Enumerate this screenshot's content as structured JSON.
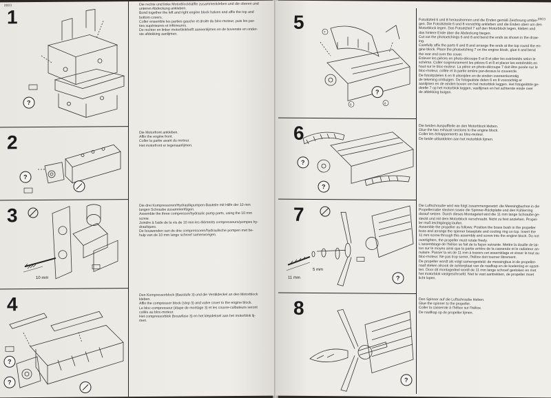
{
  "left_page": {
    "code": "8903",
    "steps": [
      {
        "num": "1",
        "lines": [
          "Die rechte und linke Motorblockhälfte zusammenkleben und die oberen und",
          "unteren Abdeckung ankleben.",
          "Bond together the left and right engine block halves and affix the top and",
          "bottom covers.",
          "Coller ensemble les parties gauche et droite du bloc-moteur, puis les par-",
          "ties supérieures et inférieures.",
          "De rechter en linker motorblokhelft aaneenlijmen en de bovenste en onder-",
          "ste afdekking aanlijmen."
        ]
      },
      {
        "num": "2",
        "lines": [
          "Die Motorfront ankleben.",
          "Affix the engine front.",
          "Coller la partie avant du moteur.",
          "Het motorfront er tegenaanlijmen."
        ]
      },
      {
        "num": "3",
        "dim": "10 mm",
        "lines": [
          "Die drei Kompressoren/Hydraulikpumpen-Bauteile mit Hilfe der 10 mm",
          "langen Schraube zusammenfügen.",
          "Assemble the three compressor/hydraulic pump parts, using the 10 mm",
          "screw.",
          "Joindre à l'aide de la vis de 10 mm les éléments compresseurs/pompes hy-",
          "drauliques.",
          "De bouwenden van de drie compressoren/hydraulische pompen met be-",
          "hulp van de 10 mm lange schroef samenvoegen."
        ]
      },
      {
        "num": "4",
        "lines": [
          "Den Kompressorblock (Baustufe 3) und die Ventildeckel an den Motorblock",
          "kleben.",
          "Affix the compressor block (step 3) and valve cover to the engine block.",
          "Le bloc-compresseur (étape de montage 3) et les couvre-culbuteurs seront",
          "collés au bloc-moteur.",
          "Het compressorblok (bouwfase 3) en het klepdeksel aan het motorblok lij-",
          "men."
        ]
      }
    ]
  },
  "right_page": {
    "code": "8903",
    "steps": [
      {
        "num": "5",
        "labels": [
          "7",
          "8",
          "6"
        ],
        "lines": [
          "Fotoätzteil 6 und 8 heraustrennen und die Enden gemäß Zeichnung umbie-",
          "gen. Die Fotoätzteile 6 und 8 vorsichtig ankleben und die Enden oben um den",
          "Motorblock legen. Das Fotoätzteil 7 auf den Motorblock legen, kleben und",
          "das hintere Ende über die Abdeckung biegen.",
          "Cut out the photoetchings 6 and 8 and bend the ends as shown in the draw-",
          "ing.",
          "Carefully affix the parts 6 and 8 and arrange the ends at the top round the en-",
          "gine block. Place the photoetching 7 on the engine block, glue it and bend",
          "the rear end over the cover.",
          "Enlever les pièces en photo-découpe 6 et 8 et plier les extrémités selon le",
          "schéma. Coller soigneusement les pièces 6 et 8 et placer les extrémités en",
          "haut sur le bloc-moteur. La pièce en photo-découpe 7 doit être posée sur le",
          "bloc-moteur, collée et la partie arrière par-dessus le couvercle.",
          "De fotoätzdelen 6 en 8 uitsnijden en de einden overeenkomstig",
          "de tekening ombuigen. De fotogeätste delen 6 en 8 voorzichtig er",
          "aanlijmen en de einden boven om het motorblok leggen. Het fotogeätste ge-",
          "deelte 7 op het motorblok leggen, vastlijmen en het achterste einde over",
          "de afdekking buigen."
        ]
      },
      {
        "num": "6",
        "lines": [
          "Die beiden Auspuffteile an den Motorblock kleben.",
          "Glue the two exhaust sections to the engine block.",
          "Coller les échappements au bloc-moteur.",
          "De beide uitlaatdelen aan het motorblok lijmen."
        ]
      },
      {
        "num": "7",
        "dims": [
          "11 mm",
          "5 mm"
        ],
        "lines": [
          "Die Luftschraube wird wie folgt zusammengesetzt: die Messingbuchse in die",
          "Propellernabe stecken sowie die Spinner-Rückplatte und den Kühlerring",
          "darauf setzen. Durch dieses Montageteil wird die 11 mm lange Schraube ge-",
          "steckt und mit dem Motorblock verschraubt. Nicht zu fest anziehen. Propel-",
          "ler muß leichtgängig laufen.",
          "Assemble the propeller as follows: Position the brass bush in the propeller",
          "boss and arrange the spinner baseplate and cooling ring on top. Insert the",
          "11 mm screw through this assembly and screw into the engine block. Do not",
          "overtighten, the propeller must rotate freely.",
          "L'assemblage de l'hélice se fait de la façon suivante. Mettre la douille de lai-",
          "ton sur le moyeu ainsi que la partie arrière de la casserole et le radiateur an-",
          "nulaire. Passer la vis de 11 mm à travers cet assemblage et visser le tout au",
          "bloc-moteur. Ne pas trop serrer, l'hélice doit tourner librement.",
          "De propeller wordt als volgt samengesteld: de messingbus in de propeller-",
          "naaf steken alsook de achterplaat van de naafkap en de koelerring er opzet-",
          "ten. Door dit montagedeel wordt de 11 mm lange schroef gestoken en met",
          "het motorblok vastgeschroefd. Niet te vast aantrekken, de propeller moet",
          "licht lopen."
        ]
      },
      {
        "num": "8",
        "lines": [
          "Den Spinner auf die Luftschraube kleben.",
          "Glue the spinner to the propeller.",
          "Coller la casserole à l'hélice sur l'hélice.",
          "De naafkap op de propeller lijmen."
        ]
      }
    ]
  }
}
